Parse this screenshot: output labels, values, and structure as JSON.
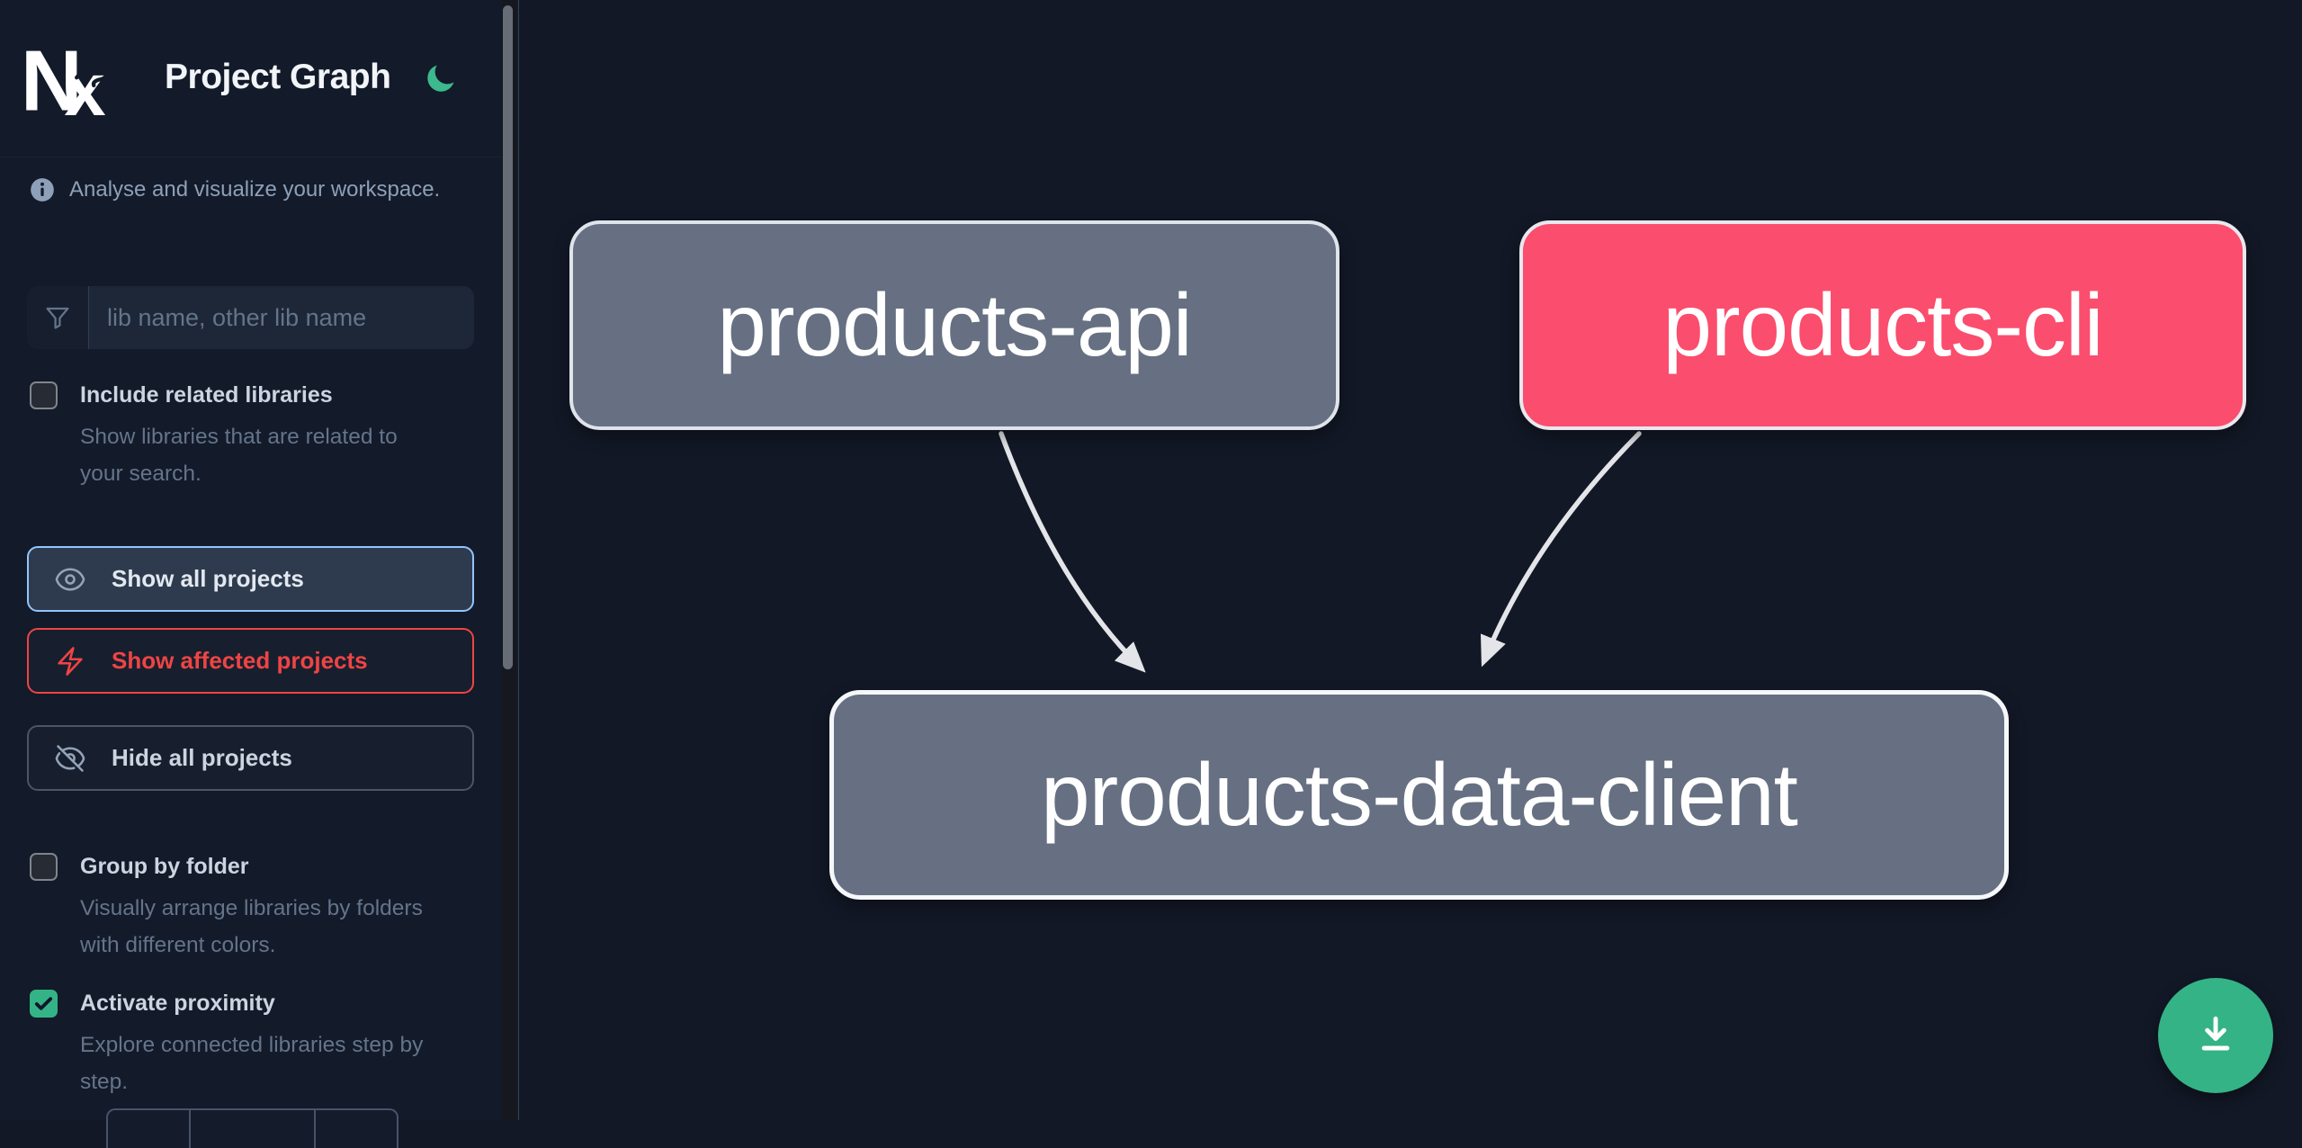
{
  "app": {
    "title": "Project Graph",
    "logo_text": "Nx",
    "theme_icon": "moon"
  },
  "sidebar": {
    "tagline": "Analyse and visualize your workspace.",
    "search_placeholder": "lib name, other lib name",
    "toggles": [
      {
        "label": "Include related libraries",
        "description": "Show libraries that are related to your search.",
        "checked": false
      },
      {
        "label": "Group by folder",
        "description": "Visually arrange libraries by folders with different colors.",
        "checked": false
      },
      {
        "label": "Activate proximity",
        "description": "Explore connected libraries step by step.",
        "checked": true
      }
    ],
    "actions": [
      {
        "label": "Show all projects",
        "icon": "eye"
      },
      {
        "label": "Show affected projects",
        "icon": "bolt"
      },
      {
        "label": "Hide all projects",
        "icon": "eye-slash"
      }
    ]
  },
  "graph": {
    "nodes": [
      {
        "label": "products-api",
        "state": "normal"
      },
      {
        "label": "products-cli",
        "state": "affected"
      },
      {
        "label": "products-data-client",
        "state": "normal-focused"
      }
    ],
    "edges": [
      {
        "from": "products-api",
        "to": "products-data-client"
      },
      {
        "from": "products-cli",
        "to": "products-data-client"
      }
    ]
  },
  "colors": {
    "accent_green": "#34b386",
    "affected_pink": "#fb4d6d",
    "node_gray": "#667082",
    "focus_border_blue": "#93c5fd",
    "alert_red": "#ef4444",
    "edge_gray": "#e3e5e8"
  }
}
